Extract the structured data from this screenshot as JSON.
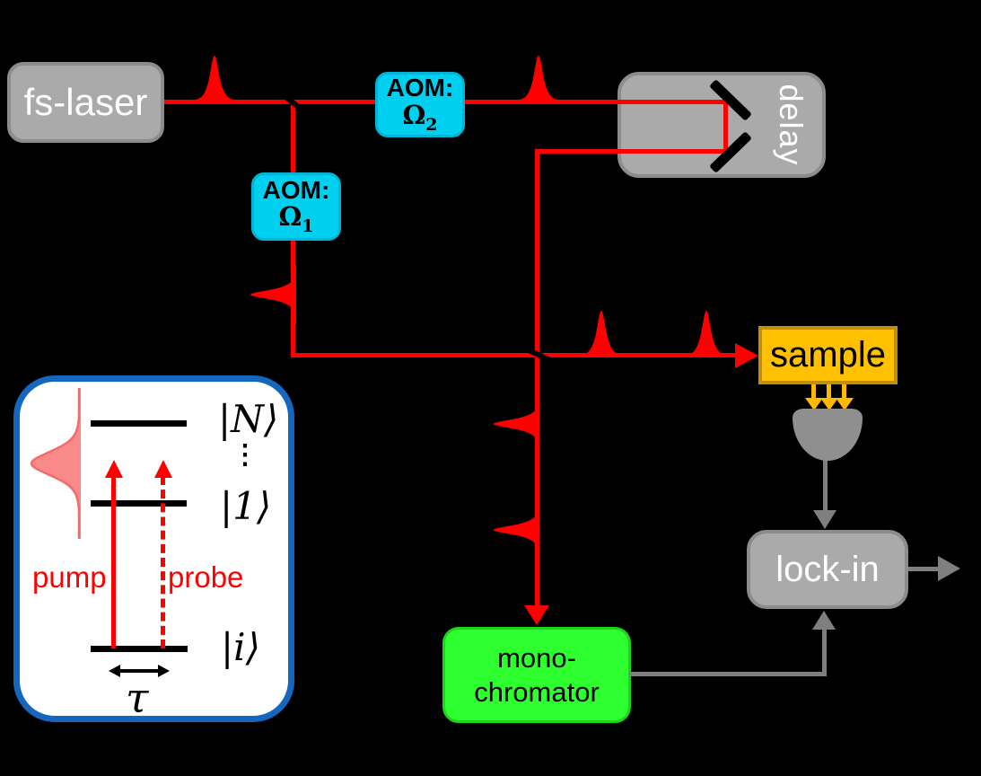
{
  "colors": {
    "background": "#000000",
    "beam_red": "#ff0000",
    "signal_gray": "#7f7f7f",
    "box_gray": "#aaaaaa",
    "aom_cyan": "#00d0f0",
    "sample_amber": "#ffc000",
    "mono_green": "#2eff2e",
    "inset_border_blue": "#1467bd",
    "spectrum_pink": "#fa8a8a"
  },
  "boxes": {
    "fs_laser": {
      "label": "fs-laser"
    },
    "aom_2": {
      "title": "AOM:",
      "omega": "Ω",
      "subscript": "2"
    },
    "aom_1": {
      "title": "AOM:",
      "omega": "Ω",
      "subscript": "1"
    },
    "delay": {
      "label": "delay"
    },
    "sample": {
      "label": "sample"
    },
    "lock_in": {
      "label": "lock-in"
    },
    "monochromator": {
      "line1": "mono-",
      "line2": "chromator"
    }
  },
  "inset": {
    "level_top": "|N⟩",
    "dots": "⋮",
    "level_mid": "|1⟩",
    "level_bottom": "|i⟩",
    "pump": "pump",
    "probe": "probe",
    "delay_symbol": "τ"
  }
}
